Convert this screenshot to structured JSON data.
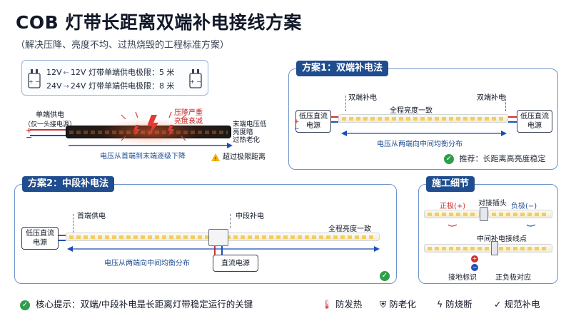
{
  "title": "COB 灯带长距离双端补电接线方案",
  "subtitle": "（解决压降、亮度不均、过热烧毁的工程标准方案）",
  "spec": {
    "row1_v": "12V",
    "row1_arrow": "←",
    "row1_text": "12V 灯带单端供电极限：5 米",
    "row2_v": "24V",
    "row2_arrow": "→",
    "row2_text": "24V 灯带单端供电极限：8 米"
  },
  "problem": {
    "single_feed": "单端供电",
    "single_feed_sub": "（仅一头接电源）",
    "voltage_drop": "压降严重",
    "brightness_decay": "亮度衰减",
    "end_line1": "末端电压低",
    "end_line2": "亮度暗",
    "end_line3": "过热老化",
    "gradient_note": "电压从首端到末端逐级下降",
    "warning": "超过极限距离"
  },
  "plan1": {
    "title": "方案1：双端补电法",
    "left_label": "双端补电",
    "right_label": "双端补电",
    "uniform": "全程亮度一致",
    "psu_left": "低压直流\n电源",
    "psu_right": "低压直流\n电源",
    "balance": "电压从两端向中间均衡分布",
    "recommend": "推荐：长距离高亮度稳定"
  },
  "plan2": {
    "title": "方案2：中段补电法",
    "head_feed": "首端供电",
    "mid_feed": "中段补电",
    "uniform": "全程亮度一致",
    "psu_left": "低压直流\n电源",
    "psu_mid": "直流电源",
    "balance": "电压从两端向中间均衡分布"
  },
  "detail": {
    "title": "施工细节",
    "positive": "正极(+)",
    "connector": "对接插头",
    "negative": "负极(−)",
    "mid_point": "中间补电接线点",
    "ground": "接地标识",
    "polarity": "正负极对应"
  },
  "footer": {
    "tip": "核心提示：双端/中段补电是长距离灯带稳定运行的关键",
    "items": [
      "防发热",
      "防老化",
      "防烧断",
      "规范补电"
    ]
  }
}
